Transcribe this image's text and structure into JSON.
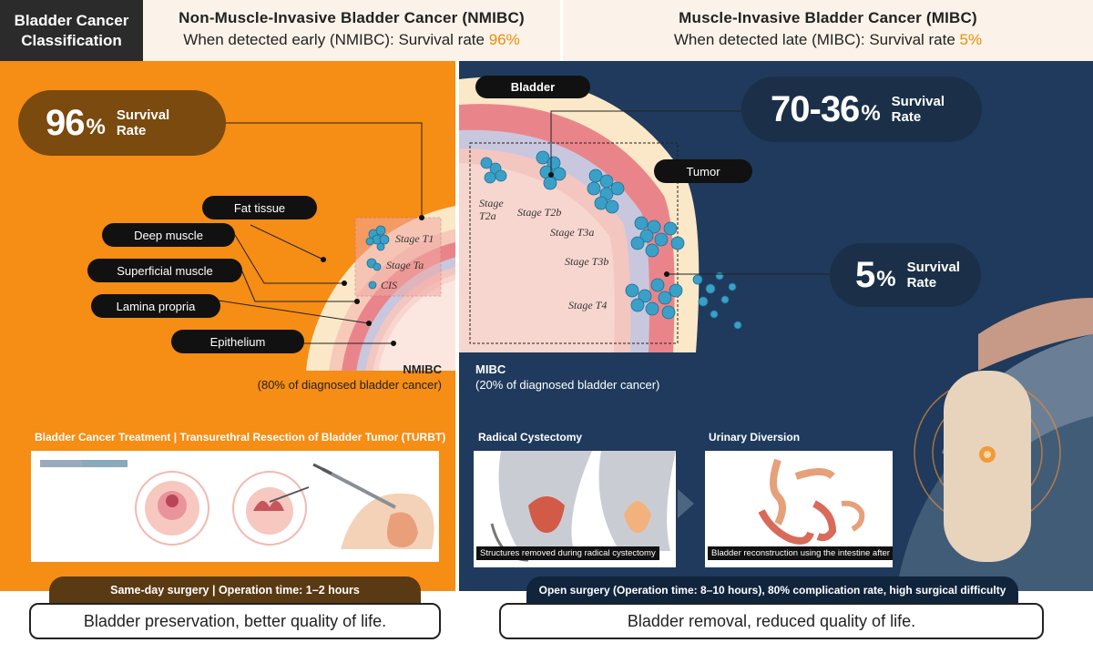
{
  "header": {
    "classification": "Bladder Cancer Classification",
    "nmibc": {
      "title": "Non-Muscle-Invasive Bladder Cancer (NMIBC)",
      "subtitle_prefix": "When detected early (NMIBC): Survival rate ",
      "subtitle_value": "96%"
    },
    "mibc": {
      "title": "Muscle-Invasive Bladder Cancer (MIBC)",
      "subtitle_prefix": "When detected late (MIBC): Survival rate ",
      "subtitle_value": "5%"
    }
  },
  "left": {
    "survival": {
      "value": "96",
      "unit": "%",
      "label_line1": "Survival",
      "label_line2": "Rate"
    },
    "layers": [
      "Fat tissue",
      "Deep muscle",
      "Superficial muscle",
      "Lamina propria",
      "Epithelium"
    ],
    "stages": [
      "Stage T1",
      "Stage Ta",
      "CIS"
    ],
    "caption_title": "NMIBC",
    "caption_text": "(80% of diagnosed bladder cancer)",
    "treatment_title": "Bladder Cancer Treatment | Transurethral Resection of Bladder Tumor (TURBT)",
    "bottom_pill": "Same-day surgery | Operation time: 1–2 hours",
    "result": "Bladder preservation, better quality of life."
  },
  "right": {
    "bladder_label": "Bladder",
    "tumor_label": "Tumor",
    "survival_top": {
      "value": "70-36",
      "unit": "%",
      "label_line1": "Survival",
      "label_line2": "Rate"
    },
    "survival_low": {
      "value": "5",
      "unit": "%",
      "label_line1": "Survival",
      "label_line2": "Rate"
    },
    "stages": [
      "Stage T2a",
      "Stage T2b",
      "Stage T3a",
      "Stage T3b",
      "Stage T4"
    ],
    "caption_title": "MIBC",
    "caption_text": "(20% of diagnosed bladder cancer)",
    "radical_title": "Radical Cystectomy",
    "radical_caption": "Structures removed during radical cystectomy",
    "diversion_title": "Urinary Diversion",
    "diversion_caption": "Bladder reconstruction using the intestine after radical cystectomy",
    "bottom_pill": "Open surgery (Operation time: 8–10 hours), 80% complication rate, high surgical difficulty",
    "result": "Bladder removal, reduced quality of life."
  },
  "colors": {
    "nmibc_panel": "#f68d14",
    "mibc_panel": "#1f3a5c",
    "accent_pct": "#f08c00",
    "survival_pill_left": "#7a4a0e",
    "survival_pill_right": "#1b3048",
    "tumor_cells": "#3aa0c8"
  }
}
